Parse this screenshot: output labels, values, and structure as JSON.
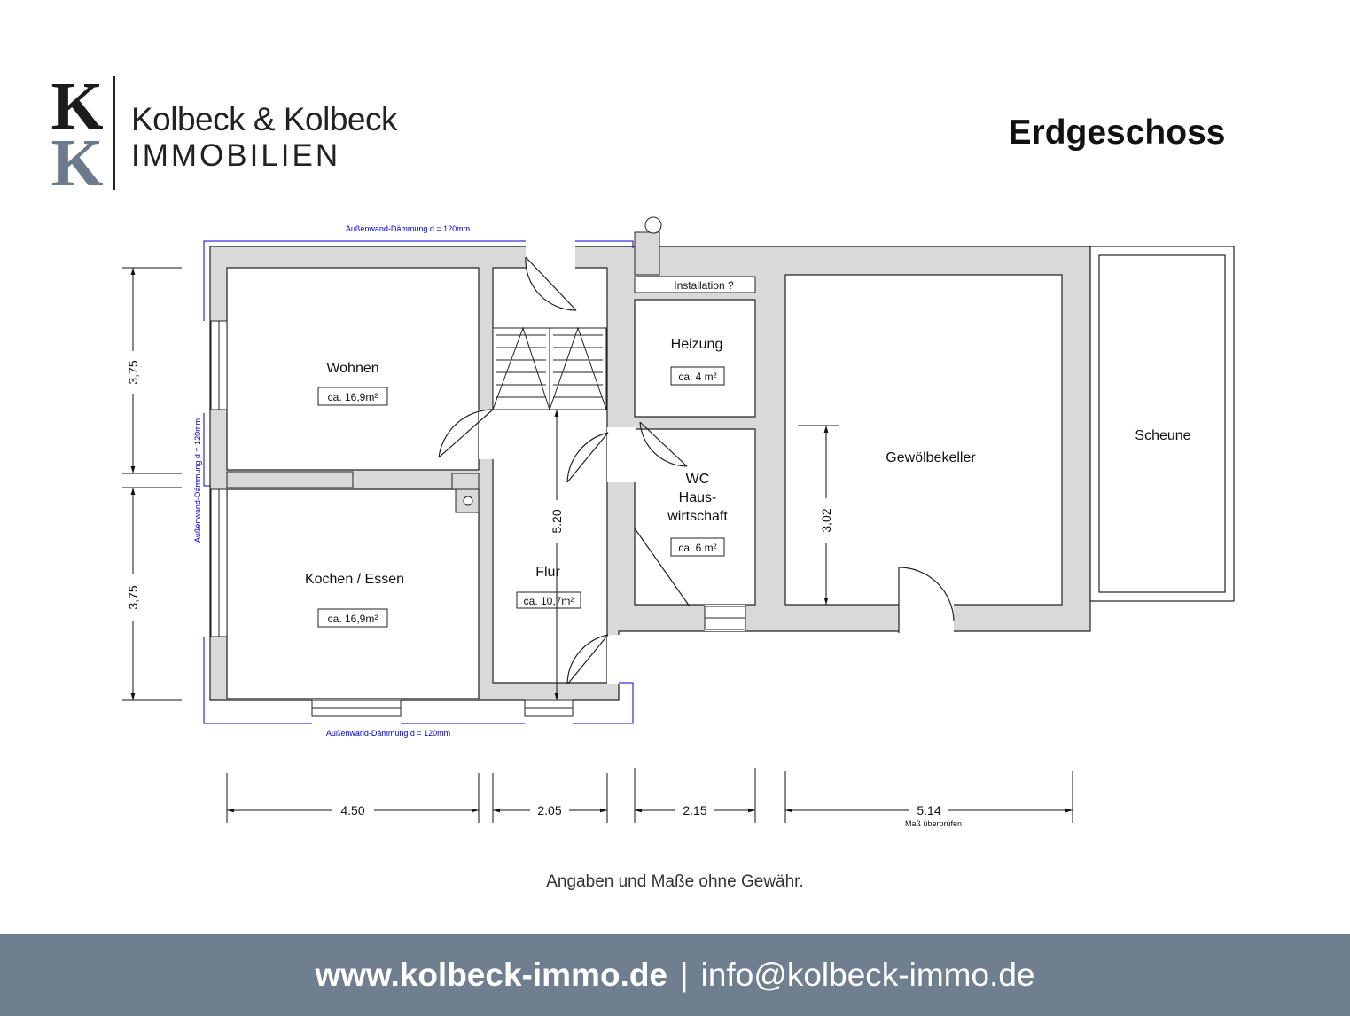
{
  "logo": {
    "mark_top": "K",
    "mark_bottom": "K",
    "name": "Kolbeck & Kolbeck",
    "sub": "IMMOBILIEN"
  },
  "title": "Erdgeschoss",
  "plan": {
    "rooms": {
      "wohnen": {
        "name": "Wohnen",
        "area": "ca. 16,9m²"
      },
      "kochen": {
        "name": "Kochen / Essen",
        "area": "ca. 16,9m²"
      },
      "flur": {
        "name": "Flur",
        "area": "ca. 10,7m²"
      },
      "heizung": {
        "name": "Heizung",
        "area": "ca. 4 m²"
      },
      "wc": {
        "line1": "WC",
        "line2": "Haus-",
        "line3": "wirtschaft",
        "area": "ca. 6 m²"
      },
      "keller": {
        "name": "Gewölbekeller"
      },
      "scheune": {
        "name": "Scheune"
      }
    },
    "installation": "Installation ?",
    "insulation": {
      "top": "Außenwand-Dämmung d = 120mm",
      "left": "Außenwand-Dämmung d = 120mm",
      "bottom": "Außenwand-Dämmung d = 120mm"
    },
    "dimensions": {
      "left_upper": "3,75",
      "left_lower": "3,75",
      "flur_height": "5.20",
      "keller_height": "3,02",
      "width_wohnen": "4.50",
      "width_flur": "2.05",
      "width_heizung": "2.15",
      "width_keller": "5.14",
      "width_keller_note": "Maß überprüfen"
    },
    "colors": {
      "wall": "#d9d9d9",
      "insulation": "#0000cc"
    }
  },
  "disclaimer": "Angaben und Maße ohne Gewähr.",
  "footer": {
    "website": "www.kolbeck-immo.de",
    "separator": "|",
    "email": "info@kolbeck-immo.de"
  }
}
